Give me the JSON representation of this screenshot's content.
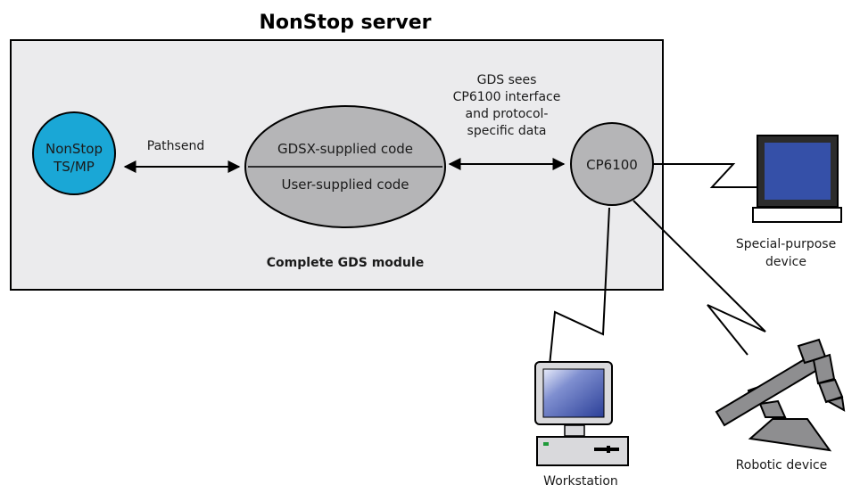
{
  "title": "NonStop server",
  "nodes": {
    "tsmp": {
      "line1": "NonStop",
      "line2": "TS/MP"
    },
    "gds_module": {
      "top_label": "GDSX-supplied code",
      "bottom_label": "User-supplied code",
      "caption": "Complete GDS module"
    },
    "cp6100": {
      "label": "CP6100"
    }
  },
  "edges": {
    "pathsend": {
      "label": "Pathsend"
    },
    "gds_sees": {
      "lines": [
        "GDS sees",
        "CP6100 interface",
        "and protocol-",
        "specific data"
      ]
    }
  },
  "devices": {
    "special_purpose": {
      "line1": "Special-purpose",
      "line2": "device"
    },
    "workstation": {
      "label": "Workstation"
    },
    "robotic": {
      "label": "Robotic device"
    }
  },
  "colors": {
    "server_box_fill": "#ebebed",
    "tsmp_fill": "#1aa7d6",
    "node_fill": "#b5b5b7",
    "screen_blue": "#3550a8",
    "robot_fill": "#8e8e90"
  }
}
